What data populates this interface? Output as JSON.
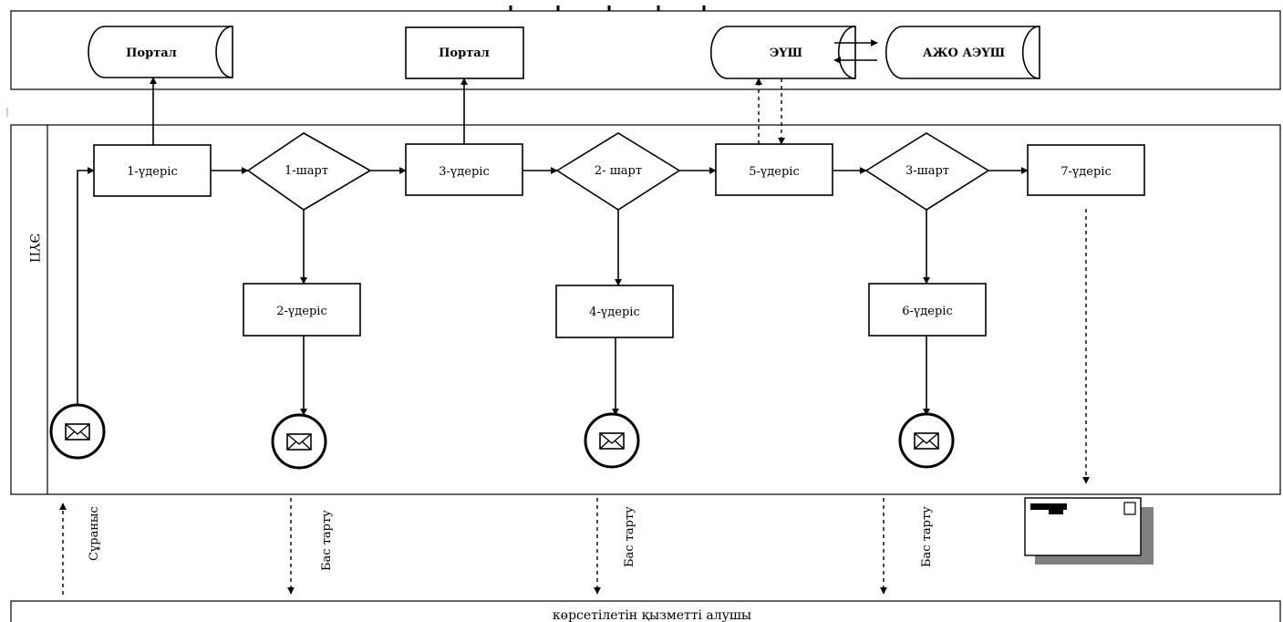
{
  "lanes": {
    "top_lane_label": "",
    "middle_lane_label": "ЭҮП",
    "bottom_lane_label": "көрсетілетін қызметті алушы"
  },
  "systems": {
    "portal_db": "Портал",
    "portal_box": "Портал",
    "eush": "ЭҮШ",
    "azho": "АЖО АЭҮШ"
  },
  "steps": {
    "p1": "1-үдеріс",
    "c1": "1-шарт",
    "p3": "3-үдеріс",
    "c2": "2- шарт",
    "p5": "5-үдеріс",
    "c3": "3-шарт",
    "p7": "7-үдеріс",
    "p2": "2-үдеріс",
    "p4": "4-үдеріс",
    "p6": "6-үдеріс"
  },
  "flows": {
    "request": "Сұраныс",
    "refuse1": "Бас тарту",
    "refuse2": "Бас тарту",
    "refuse3": "Бас тарту"
  },
  "colors": {
    "stroke": "#000000",
    "shadow": "#808080",
    "background": "#ffffff"
  }
}
